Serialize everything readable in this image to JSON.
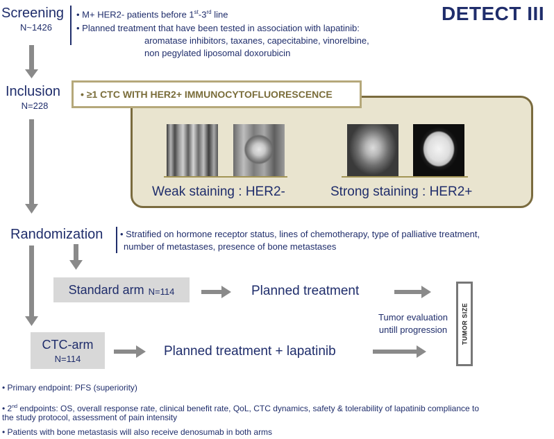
{
  "title": "DETECT III",
  "screening": {
    "label": "Screening",
    "count": "N~1426",
    "bullet1_pre": "• M+ HER2- patients before 1",
    "bullet1_sup1": "st",
    "bullet1_mid": "-3",
    "bullet1_sup2": "rd",
    "bullet1_post": " line",
    "bullet2": "• Planned treatment that have been tested in association with lapatinib:",
    "bullet2_line2": "aromatase inhibitors, taxanes, capecitabine, vinorelbine,",
    "bullet2_line3": "non pegylated liposomal doxorubicin"
  },
  "inclusion": {
    "label": "Inclusion",
    "count": "N=228",
    "callout": "• ≥1 CTC WITH HER2+ IMMUNOCYTOFLUORESCENCE",
    "weak_label": "Weak staining : HER2-",
    "strong_label": "Strong staining : HER2+"
  },
  "randomization": {
    "label": "Randomization",
    "note_line1": "• Stratified on hormone receptor status, lines of chemotherapy, type of palliative treatment,",
    "note_line2": "number of metastases, presence of bone metastases"
  },
  "arms": {
    "standard_label": "Standard arm",
    "standard_count": "N=114",
    "standard_treatment": "Planned treatment",
    "ctc_label": "CTC-arm",
    "ctc_count": "N=114",
    "ctc_treatment": "Planned treatment + lapatinib"
  },
  "evaluation": {
    "line1": "Tumor evaluation",
    "line2": "untill  progression",
    "tumor_size": "TUMOR SIZE"
  },
  "endpoints": {
    "primary": "• Primary endpoint: PFS (superiority)",
    "secondary_pre": "• 2",
    "secondary_sup": "nd",
    "secondary_post": " endpoints: OS, overall response rate, clinical benefit rate, QoL, CTC dynamics, safety & tolerability of lapatinib compliance to",
    "secondary_line2": "the study protocol, assessment of pain intensity",
    "bone": "• Patients with bone metastasis will also receive denosumab in both arms"
  },
  "colors": {
    "navy": "#1f2d6b",
    "panel_fill": "#e9e4cf",
    "panel_border": "#7a6b3e",
    "arrow_grey": "#8a8a8a",
    "arm_box": "#d8d8d8"
  }
}
